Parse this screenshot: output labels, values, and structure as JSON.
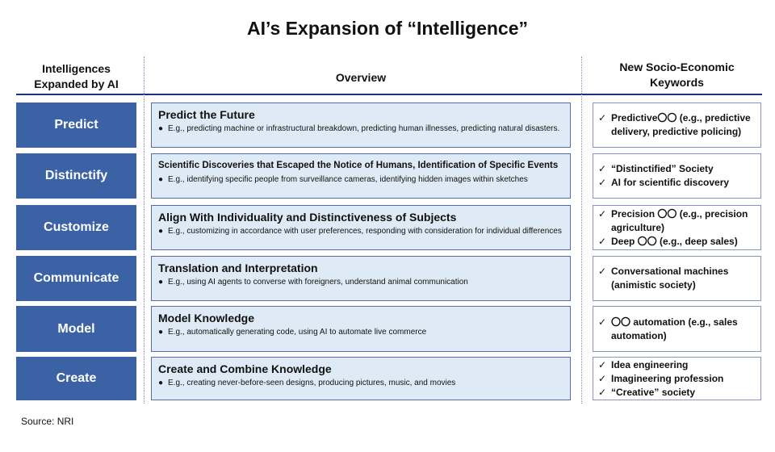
{
  "title": "AI’s Expansion of “Intelligence”",
  "headers": {
    "left": [
      "Intelligences",
      "Expanded by AI"
    ],
    "middle": "Overview",
    "right": [
      "New Socio-Economic",
      "Keywords"
    ]
  },
  "rows": [
    {
      "label": "Predict",
      "heading": "Predict the Future",
      "bullet": "E.g., predicting machine or infrastructural breakdown, predicting human illnesses, predicting natural disasters.",
      "keywords": [
        "Predictive〇〇 (e.g., predictive delivery, predictive policing)"
      ]
    },
    {
      "label": "Distinctify",
      "heading": "Scientific Discoveries that Escaped the Notice of Humans, Identification of Specific Events",
      "bullet": "E.g., identifying specific people from surveillance cameras, identifying hidden images within sketches",
      "keywords": [
        "“Distinctified” Society",
        "AI for scientific discovery"
      ]
    },
    {
      "label": "Customize",
      "heading": "Align With Individuality and Distinctiveness of Subjects",
      "bullet": "E.g., customizing in accordance with user preferences, responding with consideration for individual differences",
      "keywords": [
        "Precision 〇〇 (e.g., precision agriculture)",
        "Deep 〇〇 (e.g., deep sales)"
      ]
    },
    {
      "label": "Communicate",
      "heading": "Translation and Interpretation",
      "bullet": "E.g., using AI agents to converse with foreigners, understand animal communication",
      "keywords": [
        "Conversational machines (animistic society)"
      ]
    },
    {
      "label": "Model",
      "heading": "Model Knowledge",
      "bullet": "E.g., automatically generating code, using AI to automate live commerce",
      "keywords": [
        "〇〇 automation (e.g., sales automation)"
      ]
    },
    {
      "label": "Create",
      "heading": "Create and Combine Knowledge",
      "bullet": "E.g., creating never-before-seen designs, producing pictures, music, and movies",
      "keywords": [
        "Idea engineering",
        "Imagineering profession",
        "“Creative” society"
      ]
    }
  ],
  "source": "Source: NRI",
  "colors": {
    "label_box": "#3c62a6",
    "overview_box": "#deebf6",
    "rule": "#1f2f7a"
  }
}
